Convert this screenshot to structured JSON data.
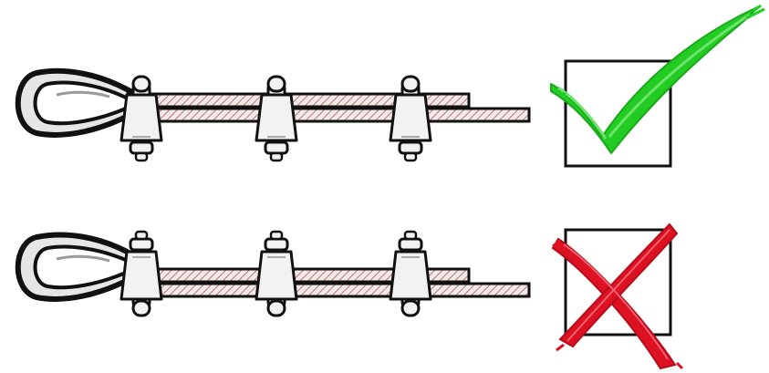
{
  "diagram": {
    "rows": [
      {
        "id": "correct",
        "verdict": "correct",
        "clip_count": 3,
        "saddle_on": "live-end"
      },
      {
        "id": "incorrect",
        "verdict": "incorrect",
        "clip_count": 3,
        "saddle_on": "dead-end"
      }
    ],
    "colors": {
      "check": "#22cc22",
      "cross": "#dd1122",
      "outline": "#111111",
      "rope_fill": "#e6e6e6",
      "hatch": "#b57878",
      "metal": "#f2f2f2"
    },
    "icons": {
      "correct": "check-mark-icon",
      "incorrect": "x-mark-icon"
    }
  }
}
